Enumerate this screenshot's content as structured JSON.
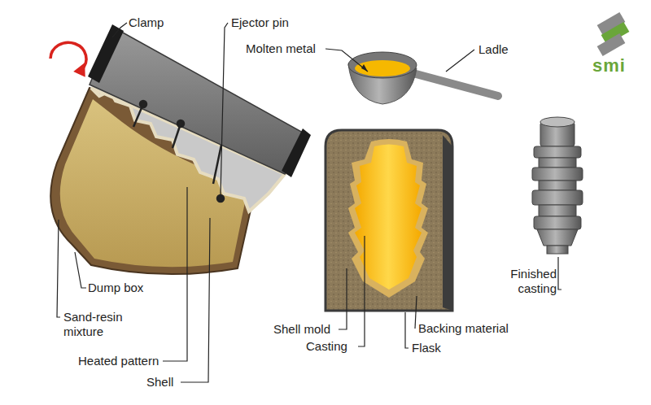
{
  "diagram": {
    "labels": [
      "Clamp",
      "Ejector pin",
      "Molten metal",
      "Ladle",
      "Dump box",
      "Sand-resin mixture",
      "Heated pattern",
      "Shell",
      "Shell mold",
      "Casting",
      "Backing material",
      "Flask",
      "Finished casting",
      "smi"
    ]
  }
}
